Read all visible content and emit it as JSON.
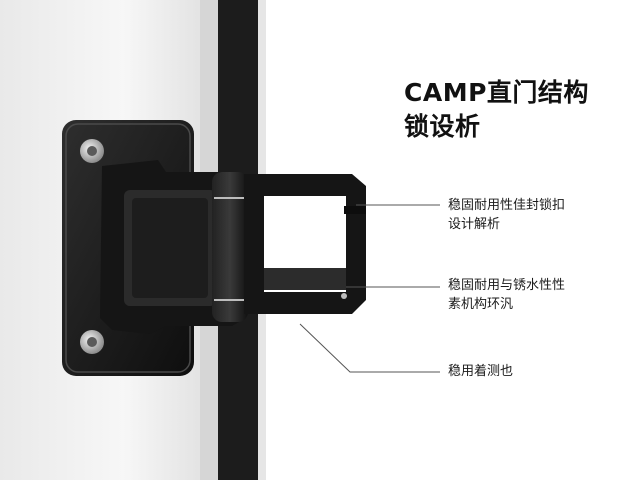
{
  "headline": {
    "line1": "CAMP直门结构",
    "line2": "锁设析"
  },
  "callouts": [
    {
      "line1": "稳固耐用性佳封锁扣",
      "line2": "设计解析"
    },
    {
      "line1": "稳固耐用与锈水性性",
      "line2": "素机构环汎"
    },
    {
      "line1": "稳用着测也",
      "line2": ""
    }
  ],
  "colors": {
    "background": "#ffffff",
    "door_panel": "#f2f2f2",
    "frame_dark": "#1c1c1c",
    "hinge_black": "#151515",
    "screw_silver": "#c9c9c9",
    "leader_line": "#555555"
  }
}
